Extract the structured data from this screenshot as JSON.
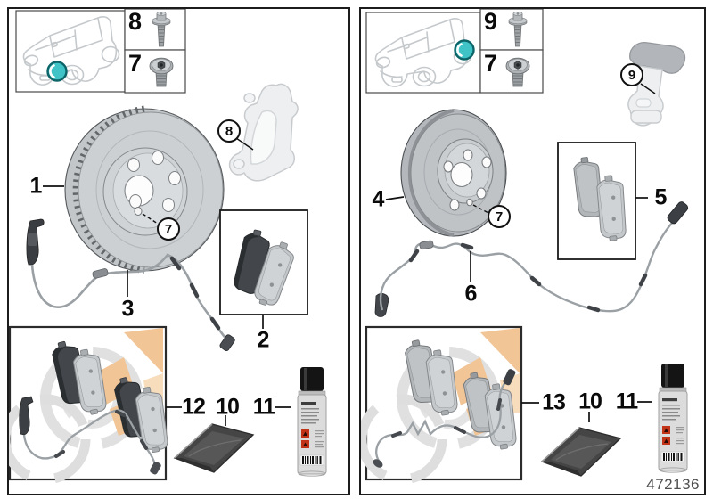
{
  "footer": {
    "part_number": "472136"
  },
  "colors": {
    "wheel_highlight": "#3fc3c6",
    "wheel_highlight_ring": "#0d6468",
    "watermark_orange": "#f2c596",
    "warning_red": "#c23418",
    "panel_border": "#1c1c1c"
  },
  "left_panel": {
    "axle": "front-wheel-highlighted",
    "screw_cells": [
      {
        "label": "8"
      },
      {
        "label": "7"
      }
    ],
    "callouts": {
      "disc": "1",
      "pads": "2",
      "sensor": "3",
      "set_screw": "7",
      "carrier_screw": "8",
      "paste": "10",
      "cleaner": "11",
      "kit": "12"
    }
  },
  "right_panel": {
    "axle": "rear-wheel-highlighted",
    "screw_cells": [
      {
        "label": "9"
      },
      {
        "label": "7"
      }
    ],
    "callouts": {
      "disc": "4",
      "pads": "5",
      "sensor": "6",
      "set_screw": "7",
      "carrier_screw": "9",
      "paste": "10",
      "cleaner": "11",
      "kit": "13"
    }
  }
}
